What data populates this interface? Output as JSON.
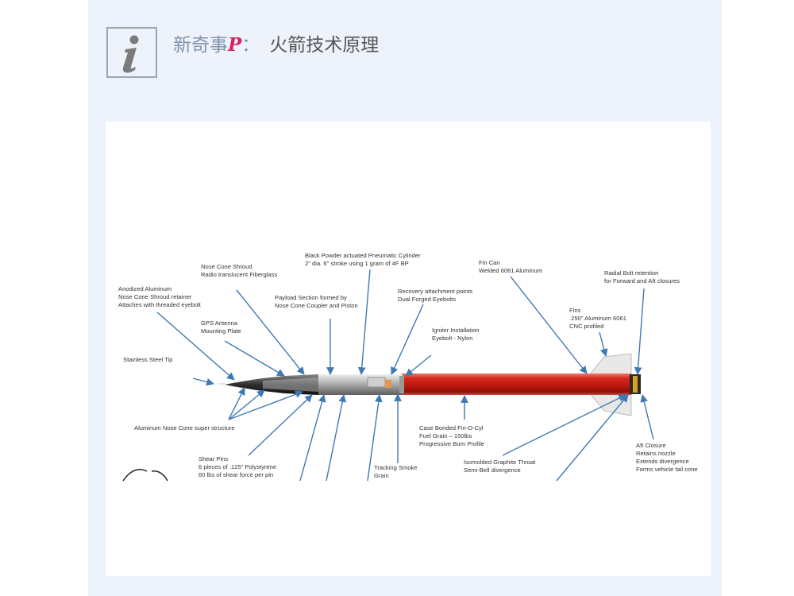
{
  "header": {
    "brand": "新奇事",
    "brand_p": "P",
    "colon": "：",
    "title": "火箭技术原理",
    "icon": "info-icon"
  },
  "diagram": {
    "labels": {
      "black_powder": [
        "Black Powder actuated Pneumatic Cylinder",
        "2\" dia. 6\" stroke using 1 gram of 4F BP"
      ],
      "nose_shroud": [
        "Nose Cone Shroud",
        "Radio translucent Fiberglass"
      ],
      "fin_can": [
        "Fin Can",
        "Welded 6061 Aluminum"
      ],
      "radial_bolt": [
        "Radial Bolt retention",
        "for Forward and Aft closures"
      ],
      "anodized": [
        "Anodized Aluminum",
        "Nose Cone Shroud retainer",
        "Attaches with threaded eyebolt"
      ],
      "payload": [
        "Payload Section formed by",
        "Nose Cone Coupler and Piston"
      ],
      "recovery": [
        "Recovery attachment points",
        "Dual Forged Eyebolts"
      ],
      "fins": [
        "Fins",
        ".250\" Aluminum 6061",
        "CNC profiled"
      ],
      "gps": [
        "GPS Antenna",
        "Mounting Plate"
      ],
      "igniter": [
        "Igniter Installation",
        "Eyebolt - Nylon"
      ],
      "stainless": [
        "Stainless Steel Tip"
      ],
      "aluminum_nose": [
        "Aluminum Nose Cone super structure"
      ],
      "case_bonded": [
        "Case Bonded Fin-O-Cyl",
        "Fuel Grain – 150lbs",
        "Progressive Burn Profile"
      ],
      "shear_pins": [
        "Shear Pins",
        "6 pieces of .125\" Polystyrene",
        "60 lbs of shear force per pin"
      ],
      "tracking": [
        "Tracking Smoke",
        "Grain"
      ],
      "graphite": [
        "Isomolded Graphite Throat",
        "Semi-Bell divergence"
      ],
      "aft_closure": [
        "Aft Closure",
        "Retains nozzle",
        "Extends divergence",
        "Forms vehicle tail cone"
      ]
    }
  }
}
